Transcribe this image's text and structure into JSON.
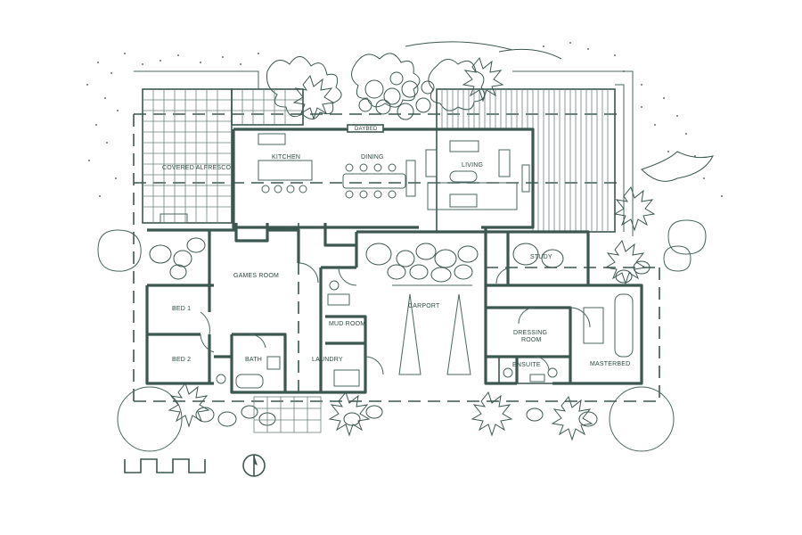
{
  "drawing": {
    "ink_color": "#3c5650",
    "rooms": {
      "covered_alfresco": "COVERED ALFRESCO",
      "kitchen": "KITCHEN",
      "dining": "DINING",
      "living": "LIVING",
      "daybed": "DAYBED",
      "games_room": "GAMES ROOM",
      "bed1": "BED 1",
      "bed2": "BED 2",
      "bath": "BATH",
      "mud_room": "MUD ROOM",
      "laundry": "LAUNDRY",
      "carport": "CARPORT",
      "study": "STUDY",
      "dressing_room_line1": "DRESSING",
      "dressing_room_line2": "ROOM",
      "ensuite": "ENSUITE",
      "masterbed": "MASTERBED"
    },
    "icons": {
      "scale_bar": "scale-bar-icon",
      "north_point": "north-arrow-icon"
    }
  }
}
